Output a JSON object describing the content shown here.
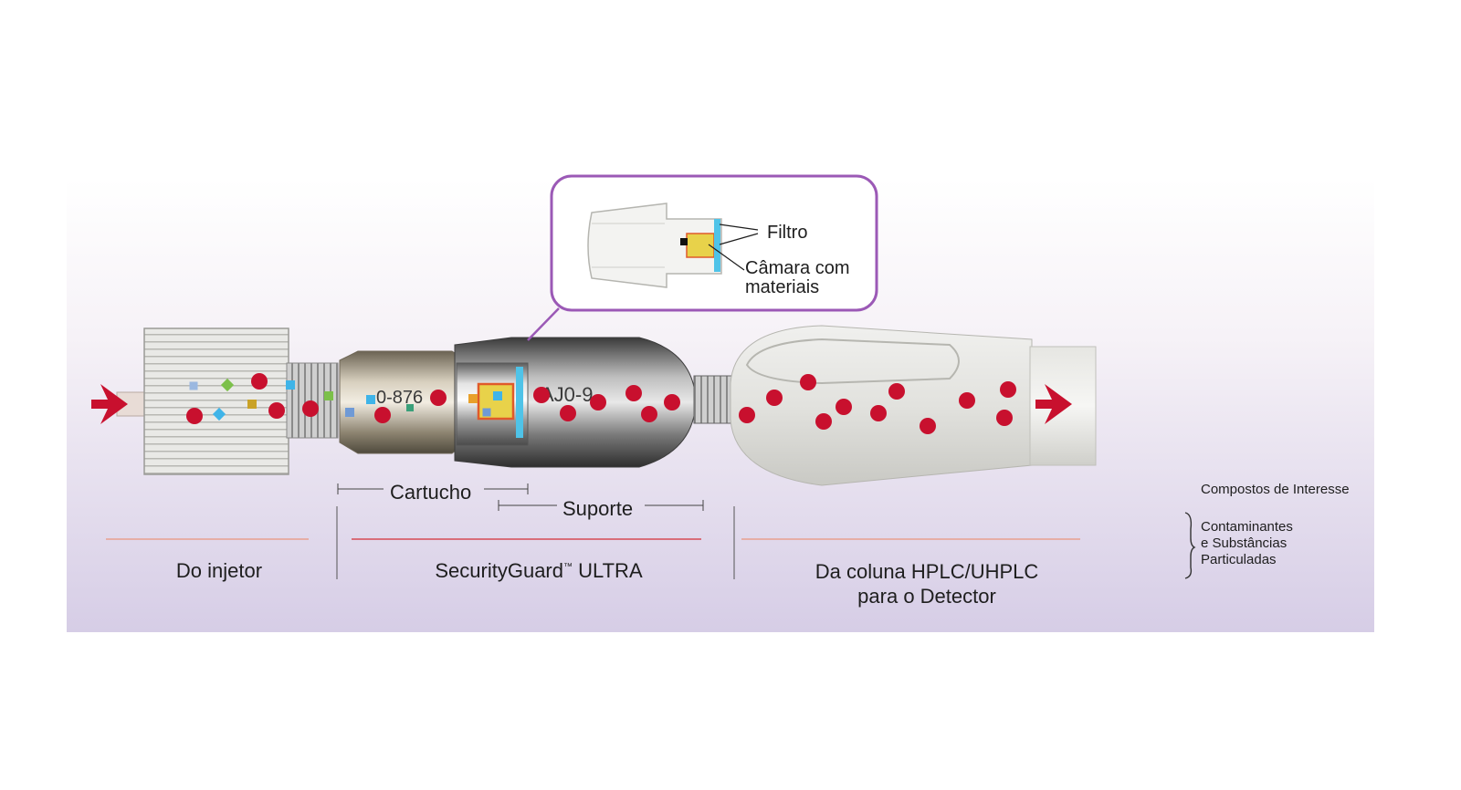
{
  "labels": {
    "filter": "Filtro",
    "chamber_line1": "Câmara com",
    "chamber_line2": "materiais",
    "cartridge": "Cartucho",
    "holder": "Suporte",
    "from_injector": "Do injetor",
    "product_name": "SecurityGuard",
    "product_tm": "™",
    "product_suffix": "ULTRA",
    "to_column_line1": "Da coluna HPLC/UHPLC",
    "to_column_line2": "para o Detector"
  },
  "legend": {
    "compounds": "Compostos de Interesse",
    "contaminants_line1": "Contaminantes",
    "contaminants_line2": "e Substâncias",
    "contaminants_line3": "Particuladas"
  },
  "device_text": {
    "cartridge_marking": "0-876",
    "holder_marking": "AJ0-9"
  },
  "colors": {
    "compound_dot": "#c8102e",
    "flow_arrow": "#c8102e",
    "callout_border": "#9b59b6",
    "filter_blue": "#4fc3e8",
    "background_top": "#ffffff",
    "background_bottom": "#d6cde6",
    "divider_line": "#e8a090"
  }
}
